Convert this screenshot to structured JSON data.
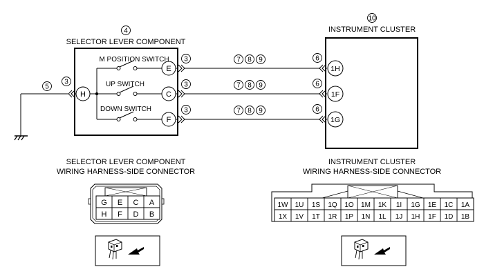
{
  "selector": {
    "number": "4",
    "title": "SELECTOR LEVER COMPONENT",
    "ground_wire_number": "5",
    "hub_connector_number": "3",
    "hub_terminal": "H",
    "switches": [
      {
        "label": "M POSITION SWITCH",
        "terminal": "E",
        "connector_number": "3"
      },
      {
        "label": "UP SWITCH",
        "terminal": "C",
        "connector_number": "3"
      },
      {
        "label": "DOWN SWITCH",
        "terminal": "F",
        "connector_number": "3"
      }
    ]
  },
  "wiring": {
    "segment_numbers": [
      "7",
      "8",
      "9"
    ]
  },
  "cluster": {
    "number": "10",
    "title": "INSTRUMENT CLUSTER",
    "connector_number": "6",
    "terminals": [
      "1H",
      "1F",
      "1G"
    ]
  },
  "selector_connector": {
    "title_line1": "SELECTOR LEVER COMPONENT",
    "title_line2": "WIRING HARNESS-SIDE CONNECTOR",
    "rows": [
      [
        "G",
        "E",
        "C",
        "A"
      ],
      [
        "H",
        "F",
        "D",
        "B"
      ]
    ]
  },
  "cluster_connector": {
    "title_line1": "INSTRUMENT CLUSTER",
    "title_line2": "WIRING HARNESS-SIDE CONNECTOR",
    "rows": [
      [
        "1W",
        "1U",
        "1S",
        "1Q",
        "1O",
        "1M",
        "1K",
        "1I",
        "1G",
        "1E",
        "1C",
        "1A"
      ],
      [
        "1X",
        "1V",
        "1T",
        "1R",
        "1P",
        "1N",
        "1L",
        "1J",
        "1H",
        "1F",
        "1D",
        "1B"
      ]
    ]
  }
}
